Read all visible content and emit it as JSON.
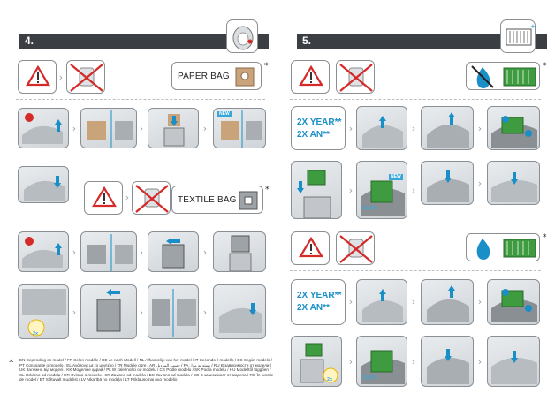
{
  "left": {
    "step": "4.",
    "paper_bag_label": "PAPER BAG",
    "textile_bag_label": "TEXTILE BAG",
    "star": "*",
    "new_tag": "NEW",
    "temp_label": "2x",
    "footnote_star": "*",
    "footnote": "EN Depending on model / FR Selon modèle / DE Je nach Modell / NL Afhankelijk van het model / IT Secondo il modello / ES Según modelo / PT Consoante o modelo / EL Ανάλογα με το μοντέλο / TR Modele göre / AR حسب الموديل / FA بسته به مدل / RU В зависимости от модели / UK Залежно від моделі / KK Моделіне қарай / PL W zależności od modelu / CS Podle modelu / SK Podľa modelu / HU Modelltől függően / SL Odvisno od modela / HR Ovisno o modelu / SR Zavisno od modela / BS Zavisno od modela / BG В зависимост от модела / RO În funcție de model / ET Sõltuvalt mudelist / LV Atkarībā no modeļa / LT Priklausomai nuo modelio"
  },
  "right": {
    "step": "5.",
    "star": "*",
    "freq1_line1": "2X YEAR**",
    "freq1_line2": "2X AN**",
    "freq2_line1": "2X YEAR**",
    "freq2_line2": "2X AN**",
    "new_tag": "NEW",
    "click_tag1": "CLICK",
    "click_tag2": "CLICK",
    "temp_label": "2x"
  },
  "colors": {
    "header_bg": "#3b3f44",
    "accent_blue": "#1a8fc7",
    "warning_red": "#d42a2a",
    "filter_green": "#3f9b3f"
  },
  "icons": [
    "warning-icon",
    "no-crossed-icon",
    "arrow-up-icon",
    "arrow-down-icon",
    "trash-icon",
    "drop-icon",
    "sun-icon"
  ]
}
